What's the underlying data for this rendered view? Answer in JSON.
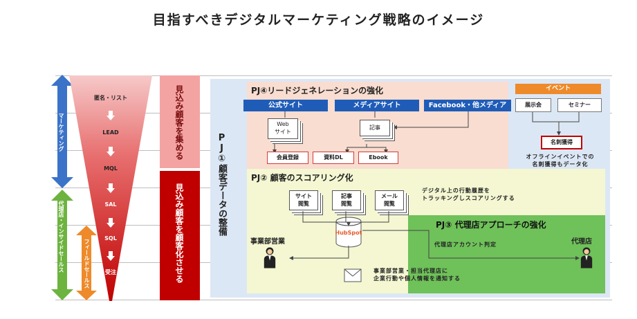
{
  "title": "目指すべきデジタルマーケティング戦略のイメージ",
  "left_arrows": {
    "marketing": "マーケティング",
    "agency_inside_sales": "代理店・インサイドセールス",
    "field_sales": "フィールドセールス"
  },
  "funnel": {
    "stages": [
      "匿名・リスト",
      "LEAD",
      "MQL",
      "SAL",
      "SQL",
      "受注"
    ]
  },
  "phases": {
    "collect": "見込み顧客を集める",
    "convert": "見込み顧客を顧客化させる"
  },
  "pj1": "PJ①顧客データの整備",
  "pj4": {
    "title": "PJ④リードジェネレーションの強化",
    "channels": [
      "公式サイト",
      "メディアサイト",
      "Facebook・他メディア"
    ],
    "docs": [
      "Web\nサイト",
      "記事"
    ],
    "conversions": [
      "会員登録",
      "資料DL",
      "Ebook"
    ]
  },
  "event": {
    "title": "イベント",
    "items": [
      "展示会",
      "セミナー"
    ],
    "card": "名刺獲得",
    "note": "オフラインイベントでの\n名刺獲得もデータ化"
  },
  "pj2": {
    "title": "PJ② 顧客のスコアリング化",
    "docs": [
      "サイト\n閲覧",
      "記事\n閲覧",
      "メール\n閲覧"
    ],
    "note": "デジタル上の行動履歴を\nトラッキングしスコアリングする",
    "hub": "HubSpot"
  },
  "pj3": {
    "title": "PJ③ 代理店アプローチの強化",
    "agency": "代理店",
    "agency_judge": "代理店アカウント判定"
  },
  "sales": {
    "label": "事業部営業",
    "notify_note": "事業部営業・担当代理店に\n企業行動や個人情報を通知する"
  },
  "colors": {
    "blue": "#3b73c8",
    "green": "#6db33f",
    "orange": "#ee8a2a",
    "red": "#c00000",
    "pink": "#f4a3a3",
    "lightblue": "#dce7f5",
    "salmon": "#f9ddd0",
    "yellow": "#f4f7d2",
    "lightgreen": "#6fc15a"
  }
}
